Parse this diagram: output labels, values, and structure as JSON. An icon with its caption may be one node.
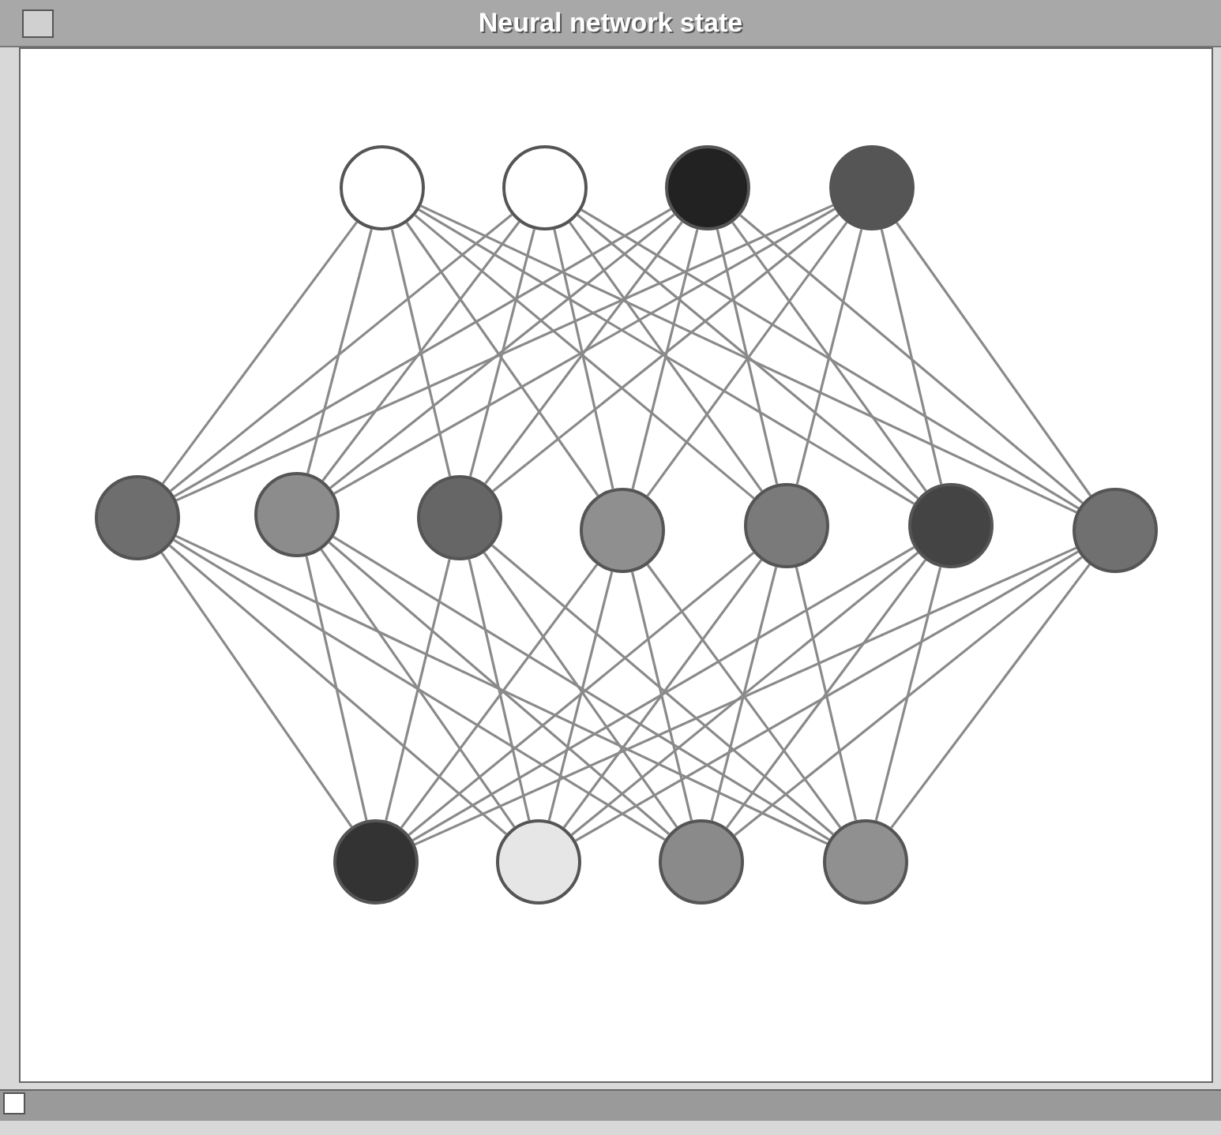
{
  "diagram": {
    "title": "Neural network state",
    "nodes": [
      {
        "text": [],
        "shape": "circle"
      },
      {
        "text": [],
        "shape": "circle"
      },
      {
        "text": [],
        "shape": "circle"
      },
      {
        "text": [],
        "shape": "circle"
      },
      {
        "text": [],
        "shape": "circle"
      },
      {
        "text": [],
        "shape": "circle"
      },
      {
        "text": [],
        "shape": "circle"
      },
      {
        "text": [],
        "shape": "circle"
      },
      {
        "text": [],
        "shape": "circle"
      },
      {
        "text": [],
        "shape": "circle"
      },
      {
        "text": [],
        "shape": "circle"
      },
      {
        "text": [],
        "shape": "circle"
      },
      {
        "text": [],
        "shape": "circle"
      },
      {
        "text": [],
        "shape": "circle"
      },
      {
        "text": [],
        "shape": "circle"
      }
    ],
    "edges": [
      {
        "from": 0,
        "to": 4,
        "arrow": "none"
      },
      {
        "from": 0,
        "to": 5,
        "arrow": "none"
      },
      {
        "from": 0,
        "to": 6,
        "arrow": "none"
      },
      {
        "from": 0,
        "to": 7,
        "arrow": "none"
      },
      {
        "from": 0,
        "to": 8,
        "arrow": "none"
      },
      {
        "from": 0,
        "to": 9,
        "arrow": "none"
      },
      {
        "from": 0,
        "to": 10,
        "arrow": "none"
      },
      {
        "from": 1,
        "to": 4,
        "arrow": "none"
      },
      {
        "from": 1,
        "to": 5,
        "arrow": "none"
      },
      {
        "from": 1,
        "to": 6,
        "arrow": "none"
      },
      {
        "from": 1,
        "to": 7,
        "arrow": "none"
      },
      {
        "from": 1,
        "to": 8,
        "arrow": "none"
      },
      {
        "from": 1,
        "to": 9,
        "arrow": "none"
      },
      {
        "from": 1,
        "to": 10,
        "arrow": "none"
      },
      {
        "from": 2,
        "to": 4,
        "arrow": "none"
      },
      {
        "from": 2,
        "to": 5,
        "arrow": "none"
      },
      {
        "from": 2,
        "to": 6,
        "arrow": "none"
      },
      {
        "from": 2,
        "to": 7,
        "arrow": "none"
      },
      {
        "from": 2,
        "to": 8,
        "arrow": "none"
      },
      {
        "from": 2,
        "to": 9,
        "arrow": "none"
      },
      {
        "from": 2,
        "to": 10,
        "arrow": "none"
      },
      {
        "from": 3,
        "to": 4,
        "arrow": "none"
      },
      {
        "from": 3,
        "to": 5,
        "arrow": "none"
      },
      {
        "from": 3,
        "to": 6,
        "arrow": "none"
      },
      {
        "from": 3,
        "to": 7,
        "arrow": "none"
      },
      {
        "from": 3,
        "to": 8,
        "arrow": "none"
      },
      {
        "from": 3,
        "to": 9,
        "arrow": "none"
      },
      {
        "from": 3,
        "to": 10,
        "arrow": "none"
      },
      {
        "from": 4,
        "to": 11,
        "arrow": "none"
      },
      {
        "from": 4,
        "to": 12,
        "arrow": "none"
      },
      {
        "from": 4,
        "to": 13,
        "arrow": "none"
      },
      {
        "from": 4,
        "to": 14,
        "arrow": "none"
      },
      {
        "from": 5,
        "to": 11,
        "arrow": "none"
      },
      {
        "from": 5,
        "to": 12,
        "arrow": "none"
      },
      {
        "from": 5,
        "to": 13,
        "arrow": "none"
      },
      {
        "from": 5,
        "to": 14,
        "arrow": "none"
      },
      {
        "from": 6,
        "to": 11,
        "arrow": "none"
      },
      {
        "from": 6,
        "to": 12,
        "arrow": "none"
      },
      {
        "from": 6,
        "to": 13,
        "arrow": "none"
      },
      {
        "from": 6,
        "to": 14,
        "arrow": "none"
      },
      {
        "from": 7,
        "to": 11,
        "arrow": "none"
      },
      {
        "from": 7,
        "to": 12,
        "arrow": "none"
      },
      {
        "from": 7,
        "to": 13,
        "arrow": "none"
      },
      {
        "from": 7,
        "to": 14,
        "arrow": "none"
      },
      {
        "from": 8,
        "to": 11,
        "arrow": "none"
      },
      {
        "from": 8,
        "to": 12,
        "arrow": "none"
      },
      {
        "from": 8,
        "to": 13,
        "arrow": "none"
      },
      {
        "from": 8,
        "to": 14,
        "arrow": "none"
      },
      {
        "from": 9,
        "to": 11,
        "arrow": "none"
      },
      {
        "from": 9,
        "to": 12,
        "arrow": "none"
      },
      {
        "from": 9,
        "to": 13,
        "arrow": "none"
      },
      {
        "from": 9,
        "to": 14,
        "arrow": "none"
      },
      {
        "from": 10,
        "to": 11,
        "arrow": "none"
      },
      {
        "from": 10,
        "to": 12,
        "arrow": "none"
      },
      {
        "from": 10,
        "to": 13,
        "arrow": "none"
      },
      {
        "from": 10,
        "to": 14,
        "arrow": "none"
      }
    ]
  }
}
